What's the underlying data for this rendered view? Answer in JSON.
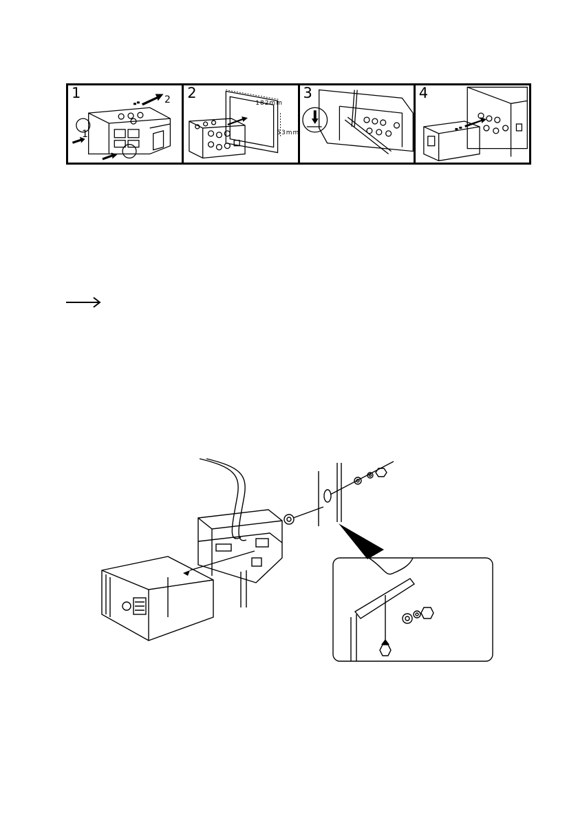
{
  "steps": [
    {
      "number": "1",
      "labels": [
        "2",
        "1"
      ]
    },
    {
      "number": "2",
      "dims": [
        "182mm",
        "53mm"
      ]
    },
    {
      "number": "3"
    },
    {
      "number": "4"
    }
  ],
  "icons": {
    "note_arrow": "long-right-arrow-icon",
    "install": "rear-mounting-diagram"
  }
}
